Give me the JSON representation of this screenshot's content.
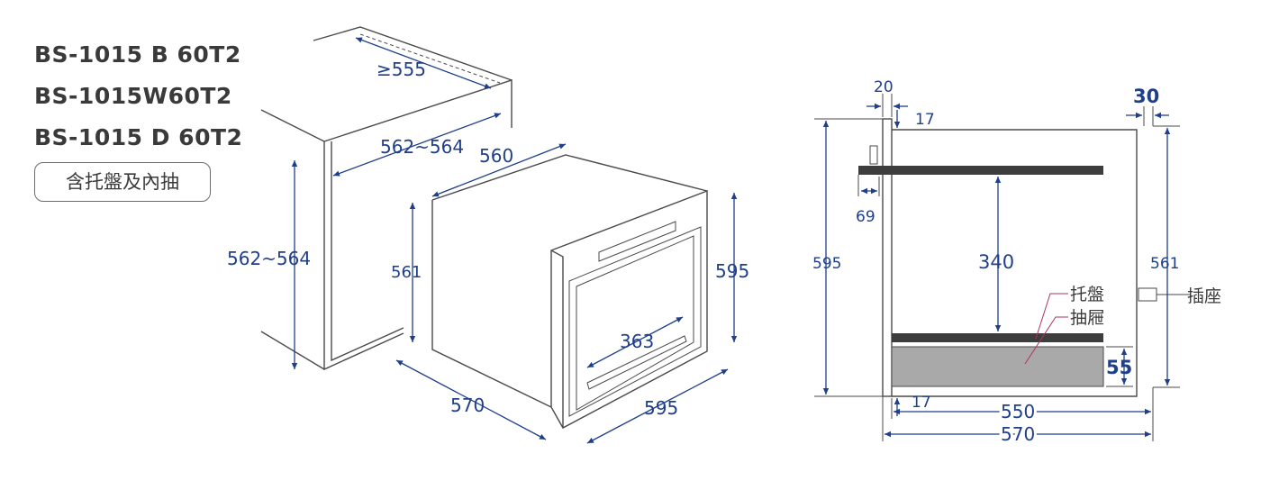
{
  "models": [
    "BS-1015 B 60T2",
    "BS-1015W60T2",
    "BS-1015 D 60T2"
  ],
  "feature_label": "含托盤及內抽",
  "left_dimensions": {
    "cabinet_depth": "≥555",
    "cabinet_width": "562~564",
    "cabinet_height": "562~564",
    "body_width": "560",
    "body_height": "561",
    "front_height": "595",
    "body_depth": "570",
    "front_width": "595",
    "handle_length": "363"
  },
  "right_dimensions": {
    "panel_thickness": "20",
    "rear_gap": "30",
    "top_gap": "17",
    "bottom_gap": "17",
    "rack_offset": "69",
    "total_height": "595",
    "inner_height": "340",
    "body_height": "561",
    "drawer_height": "55",
    "inner_depth": "550",
    "total_depth": "570"
  },
  "labels": {
    "tray": "托盤",
    "drawer": "抽屜",
    "socket": "插座"
  },
  "colors": {
    "dimension": "#1f3f8a",
    "outline": "#4a4a4a",
    "rack": "#3d3d3d",
    "drawer": "#a9a9a9",
    "leader": "#b03060"
  }
}
